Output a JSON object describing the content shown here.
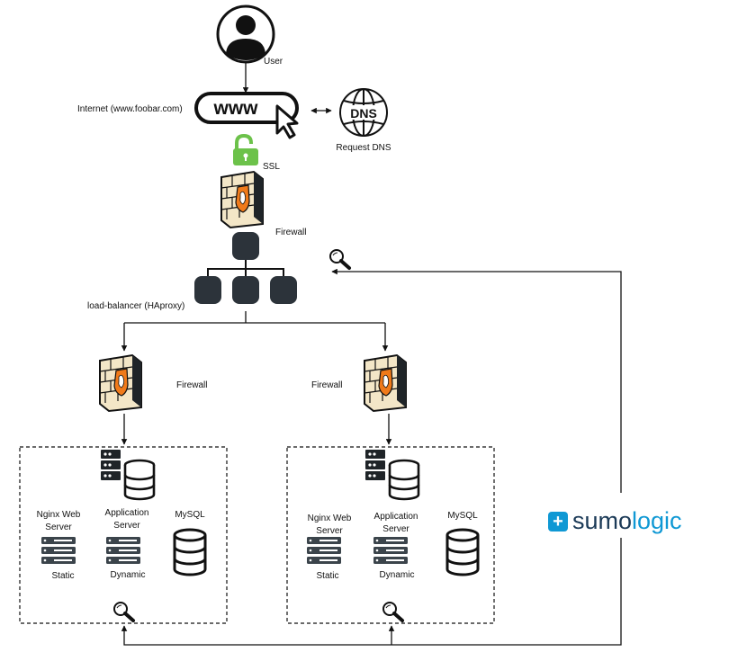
{
  "nodes": {
    "user": "User",
    "internet": "Internet (www.foobar.com)",
    "www": "www",
    "dns_badge": "DNS",
    "request_dns": "Request DNS",
    "ssl": "SSL",
    "firewall_top": "Firewall",
    "load_balancer": "load-balancer (HAproxy)",
    "firewall_left": "Firewall",
    "firewall_right": "Firewall"
  },
  "servers": [
    {
      "nginx_line1": "Nginx Web",
      "nginx_line2": "Server",
      "app_line1": "Application",
      "app_line2": "Server",
      "mysql": "MySQL",
      "static": "Static",
      "dynamic": "Dynamic"
    },
    {
      "nginx_line1": "Nginx Web",
      "nginx_line2": "Server",
      "app_line1": "Application",
      "app_line2": "Server",
      "mysql": "MySQL",
      "static": "Static",
      "dynamic": "Dynamic"
    }
  ],
  "logo": {
    "part1": "sumo",
    "part2": "logic",
    "mark": "+"
  },
  "colors": {
    "ink": "#111111",
    "lock_green": "#6cc24a",
    "brick": "#f3e6c7",
    "firewall_orange": "#f07a1a",
    "node_dark": "#2c333a",
    "server_dark": "#3b444b",
    "sumo_blue": "#0f98d4",
    "sumo_navy": "#1b3a57"
  }
}
